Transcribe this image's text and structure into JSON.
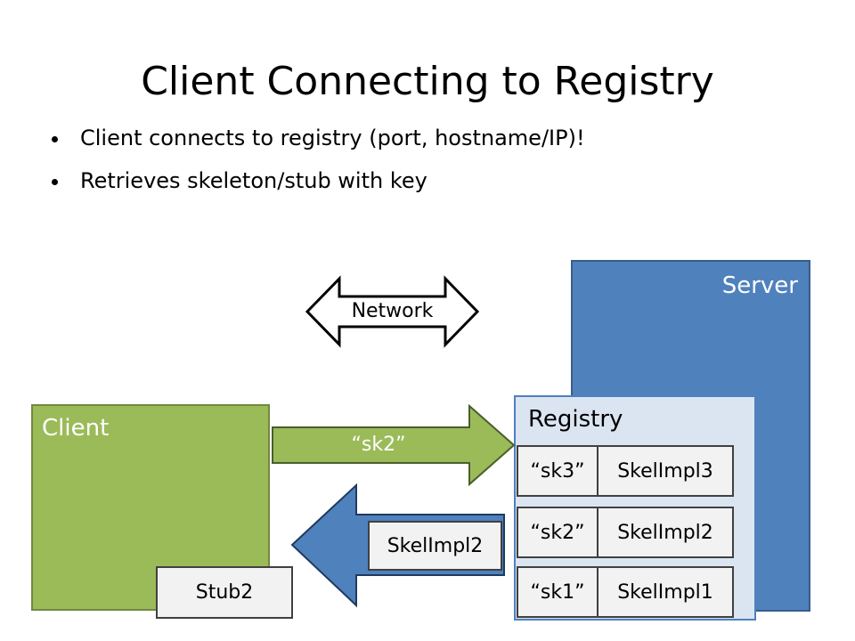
{
  "slide": {
    "title": "Client Connecting to Registry",
    "bullets": [
      "Client connects to registry (port, hostname/IP)!",
      "Retrieves skeleton/stub with key"
    ]
  },
  "diagram": {
    "network_label": "Network",
    "server_label": "Server",
    "registry_label": "Registry",
    "client_label": "Client",
    "request_key": "“sk2”",
    "returned_object": "SkelImpl2",
    "client_stub": "Stub2",
    "registry_entries": [
      {
        "key": "“sk3”",
        "value": "SkelImpl3"
      },
      {
        "key": "“sk2”",
        "value": "SkelImpl2"
      },
      {
        "key": "“sk1”",
        "value": "SkelImpl1"
      }
    ],
    "colors": {
      "server": "#4f81bd",
      "registry": "#dbe5f1",
      "client": "#9bbb59",
      "cell": "#f2f2f2"
    }
  }
}
